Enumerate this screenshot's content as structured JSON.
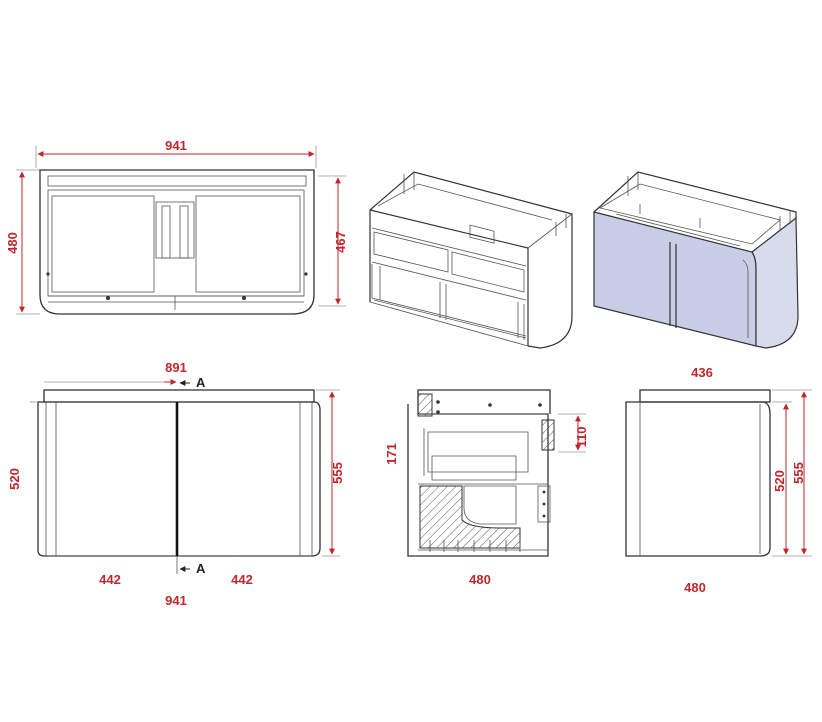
{
  "top_view": {
    "width": "941",
    "depth": "480",
    "inner_depth": "467"
  },
  "front_view": {
    "inner_width": "891",
    "height_body": "520",
    "height_total": "555",
    "door_left": "442",
    "door_right": "442",
    "overall_width": "941"
  },
  "section_view": {
    "drawer_front": "171",
    "top_offset": "110",
    "depth": "480"
  },
  "side_view": {
    "top_depth": "436",
    "height_body": "520",
    "height_total": "555",
    "depth": "480"
  },
  "section_marks": {
    "top": "A",
    "bottom": "A"
  },
  "colors": {
    "dimension": "#c0272d",
    "line": "#333333",
    "panel_fill": "#c9cde6",
    "hatch": "#555555"
  }
}
